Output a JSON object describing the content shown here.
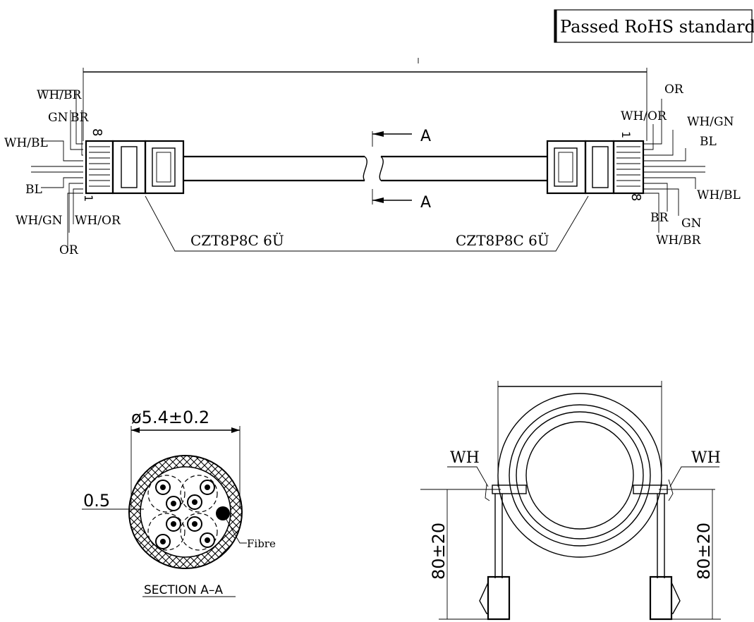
{
  "badge": {
    "text": "Passed RoHS standard"
  },
  "connector_model": "CZT8P8C 6Ü",
  "section_letter": "A",
  "section_title": "SECTION A–A",
  "left_wires": {
    "top": [
      "WH/BR",
      "GN",
      "BR",
      "WH/BL"
    ],
    "bottom": [
      "BL",
      "WH/GN",
      "WH/OR",
      "OR"
    ],
    "pin_top": "8",
    "pin_bottom": "1"
  },
  "right_wires": {
    "top": [
      "OR",
      "WH/OR",
      "WH/GN",
      "BL"
    ],
    "bottom": [
      "WH/BL",
      "BR",
      "GN",
      "WH/BR"
    ],
    "pin_top": "1",
    "pin_bottom": "8"
  },
  "cross_section": {
    "diameter": "ø5.4±0.2",
    "jacket": "0.5",
    "filler": "Fibre"
  },
  "coil": {
    "tie_left": "WH",
    "tie_right": "WH",
    "lead_left": "80±20",
    "lead_right": "80±20"
  },
  "colors": {
    "line": "#000000",
    "background": "#ffffff"
  }
}
